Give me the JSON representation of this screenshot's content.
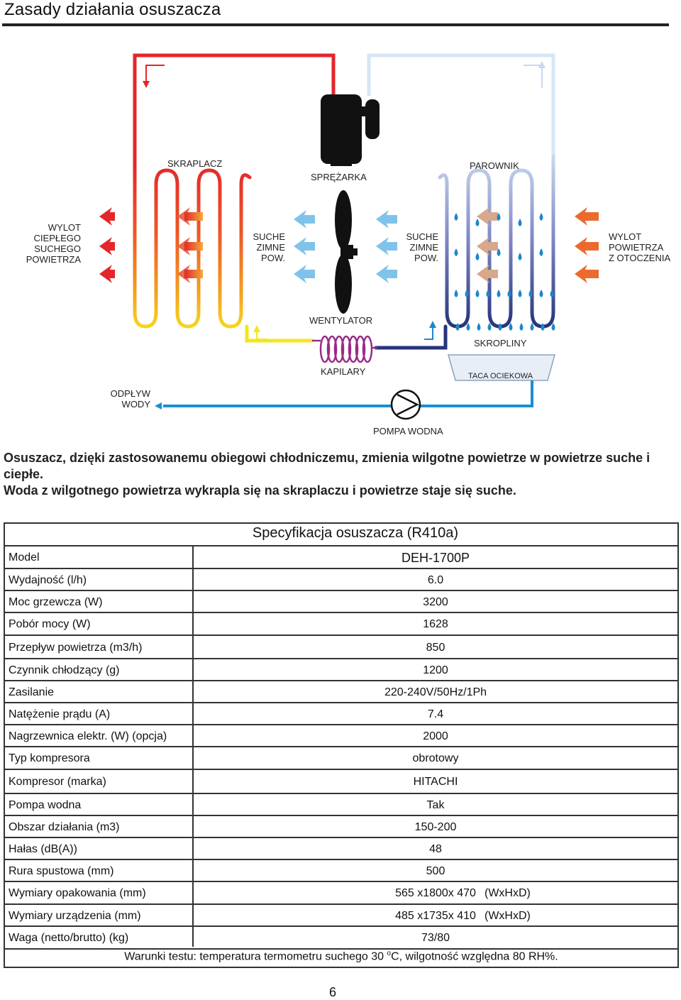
{
  "page_title": "Zasady działania osuszacza",
  "diagram": {
    "labels": {
      "condenser": "SKRAPLACZ",
      "compressor": "SPRĘŻARKA",
      "evaporator": "PAROWNIK",
      "hot_air_out": "WYLOT\nCIEPŁEGO\nSUCHEGO\nPOWIETRZA",
      "cold_dry_left": "SUCHE\nZIMNE\nPOW.",
      "cold_dry_right": "SUCHE\nZIMNE\nPOW.",
      "ambient_in": "WYLOT\nPOWIETRZA\nZ OTOCZENIA",
      "fan": "WENTYLATOR",
      "condensate": "SKROPLINY",
      "capillary": "KAPILARY",
      "drip_tray": "TACA OCIEKOWA",
      "water_drain": "ODPŁYW\nWODY",
      "water_pump": "POMPA WODNA"
    },
    "colors": {
      "hot": "#e4262b",
      "warm": "#f39a1f",
      "yellow": "#f4e61e",
      "cold": "#d7e6f5",
      "deep": "#26347c",
      "water": "#1b8ed0",
      "drop": "#1e87c8"
    }
  },
  "description": [
    "Osuszacz, dzięki zastosowanemu obiegowi chłodniczemu, zmienia wilgotne powietrze w powietrze suche i ciepłe.",
    "Woda z wilgotnego powietrza wykrapla się na skraplaczu i powietrze staje się suche."
  ],
  "spec": {
    "title": "Specyfikacja osuszacza (R410a)",
    "rows": [
      {
        "label": "Model",
        "value": "DEH-1700P",
        "unit": ""
      },
      {
        "label": "Wydajność (l/h)",
        "value": "6.0",
        "unit": ""
      },
      {
        "label": "Moc grzewcza (W)",
        "value": "3200",
        "unit": ""
      },
      {
        "label": "Pobór mocy (W)",
        "value": "1628",
        "unit": ""
      },
      {
        "label": "Przepływ powietrza (m3/h)",
        "value": "850",
        "unit": ""
      },
      {
        "label": "Czynnik chłodzący (g)",
        "value": "1200",
        "unit": ""
      },
      {
        "label": "Zasilanie",
        "value": "220-240V/50Hz/1Ph",
        "unit": ""
      },
      {
        "label": "Natężenie prądu (A)",
        "value": "7.4",
        "unit": ""
      },
      {
        "label": "Nagrzewnica elektr. (W) (opcja)",
        "value": "2000",
        "unit": ""
      },
      {
        "label": "Typ kompresora",
        "value": "obrotowy",
        "unit": ""
      },
      {
        "label": "Kompresor (marka)",
        "value": "HITACHI",
        "unit": ""
      },
      {
        "label": "Pompa wodna",
        "value": "Tak",
        "unit": ""
      },
      {
        "label": "Obszar działania (m3)",
        "value": "150-200",
        "unit": ""
      },
      {
        "label": "Hałas (dB(A))",
        "value": "48",
        "unit": ""
      },
      {
        "label": "Rura spustowa (mm)",
        "value": "500",
        "unit": ""
      },
      {
        "label": "Wymiary opakowania (mm)",
        "value": "565 x1800x 470",
        "unit": "(WxHxD)"
      },
      {
        "label": "Wymiary urządzenia (mm)",
        "value": "485 x1735x 410",
        "unit": "(WxHxD)"
      },
      {
        "label": "Waga (netto/brutto) (kg)",
        "value": "73/80",
        "unit": ""
      }
    ],
    "footnote_before": "Warunki testu: temperatura termometru suchego 30 ",
    "footnote_sup": "o",
    "footnote_after": "C, wilgotność względna 80 RH%."
  },
  "page_number": "6"
}
